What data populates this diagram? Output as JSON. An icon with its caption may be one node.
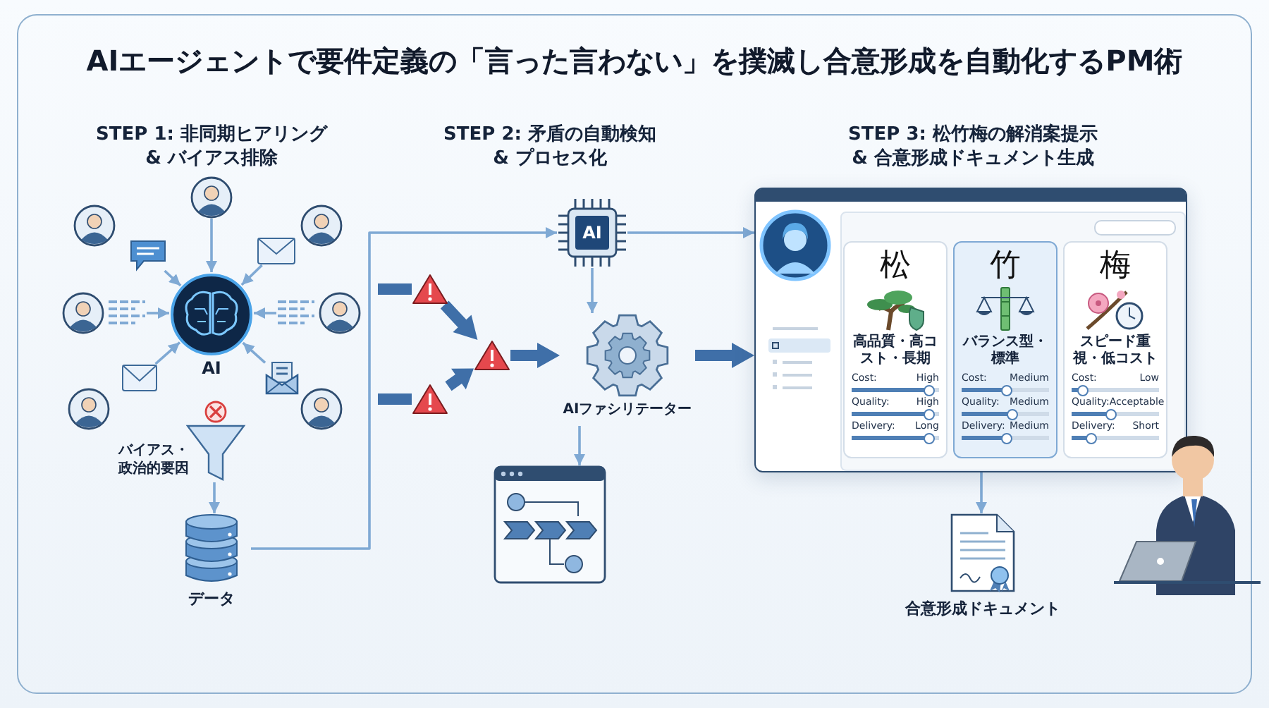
{
  "diagram": {
    "title": "AIエージェントで要件定義の「言った言わない」を撲滅し合意形成を自動化するPM術",
    "nodes": [
      {
        "text": [
          "AI"
        ]
      },
      {
        "text": [],
        "shape": "person"
      },
      {
        "text": [],
        "shape": "person"
      },
      {
        "text": [],
        "shape": "person"
      },
      {
        "text": [],
        "shape": "picture"
      },
      {
        "text": [],
        "shape": "picture"
      },
      {
        "text": [],
        "shape": "person"
      },
      {
        "text": [],
        "shape": "person"
      },
      {
        "text": [],
        "shape": "picture"
      },
      {
        "text": [],
        "shape": "picture"
      },
      {
        "text": [],
        "shape": "person"
      },
      {
        "text": [],
        "shape": "person"
      },
      {
        "text": [
          "バイアス・政治的要因"
        ]
      },
      {
        "text": [
          "データ"
        ]
      },
      {
        "text": [
          "AI"
        ]
      },
      {
        "text": [],
        "shape": "triangle"
      },
      {
        "text": [],
        "shape": "triangle"
      },
      {
        "text": [],
        "shape": "triangle"
      },
      {
        "text": [
          "AIファシリテーター"
        ]
      },
      {
        "text": [],
        "shape": "picture"
      },
      {
        "text": [],
        "shape": "box"
      },
      {
        "text": [
          "松",
          "高品質・高コスト・長期",
          "Cost:",
          "High",
          "Quality:",
          "High",
          "Delivery:",
          "Long"
        ],
        "in": 20
      },
      {
        "text": [
          "竹",
          "バランス型・標準",
          "Cost:",
          "Medium",
          "Quality:",
          "Medium",
          "Delivery:",
          "Medium"
        ],
        "in": 20
      },
      {
        "text": [
          "梅",
          "スピード重視・低コスト",
          "Cost:",
          "Low",
          "Quality:",
          "Acceptable",
          "Delivery:",
          "Short"
        ],
        "in": 20
      },
      {
        "text": [
          "合意形成ドキュメント"
        ]
      }
    ],
    "edges": [
      {
        "from": 2,
        "to": 0,
        "arrow": "to"
      },
      {
        "from": 4,
        "to": 0,
        "arrow": "to"
      },
      {
        "from": 5,
        "to": 0,
        "arrow": "to"
      },
      {
        "from": 6,
        "to": 0,
        "arrow": "to"
      },
      {
        "from": 7,
        "to": 0,
        "arrow": "to"
      },
      {
        "from": 8,
        "to": 0,
        "arrow": "to"
      },
      {
        "from": 9,
        "to": 0,
        "arrow": "to"
      },
      {
        "from": 12,
        "to": 13,
        "arrow": "to"
      },
      {
        "from": 13,
        "to": 14,
        "arrow": "to"
      },
      {
        "from": 14,
        "to": 20,
        "arrow": "to"
      },
      {
        "from": 14,
        "to": 18,
        "arrow": "to"
      },
      {
        "from": null,
        "to": 15,
        "arrow": "none",
        "style": "thick",
        "color": "#3f6fa8"
      },
      {
        "from": null,
        "to": 16,
        "arrow": "none",
        "style": "thick",
        "color": "#3f6fa8"
      },
      {
        "from": 15,
        "to": 17,
        "arrow": "to",
        "style": "thick",
        "color": "#3f6fa8"
      },
      {
        "from": 16,
        "to": 17,
        "arrow": "to",
        "style": "thick",
        "color": "#3f6fa8"
      },
      {
        "from": 17,
        "to": 18,
        "arrow": "to",
        "style": "thick",
        "color": "#3f6fa8"
      },
      {
        "from": 18,
        "to": 20,
        "arrow": "to",
        "style": "thick",
        "color": "#3f6fa8"
      },
      {
        "from": 18,
        "to": 19,
        "arrow": "to"
      },
      {
        "from": 20,
        "to": 24,
        "arrow": "to"
      }
    ],
    "labels": [
      "STEP 1: 非同期ヒアリング & バイアス排除",
      "STEP 2: 矛盾の自動検知 & プロセス化",
      "STEP 3: 松竹梅の解消案提示 & 合意形成ドキュメント生成"
    ]
  }
}
